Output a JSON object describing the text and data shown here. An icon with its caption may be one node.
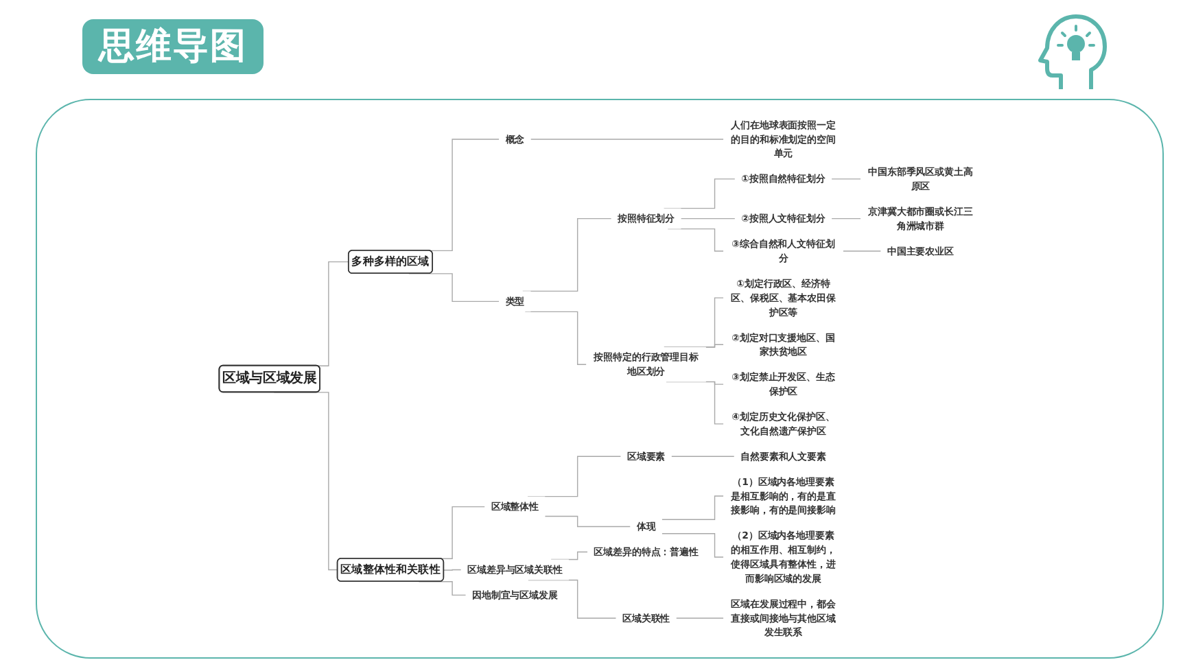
{
  "diagram": {
    "title": "思维导图",
    "nodes": [
      {
        "text": [
          "区域与区域发展"
        ]
      },
      {
        "text": [
          "多种多样的区域"
        ]
      },
      {
        "text": [
          "概念"
        ]
      },
      {
        "text": [
          "人们在地球表面按照一定的目的和标准划定的空间单元"
        ]
      },
      {
        "text": [
          "类型"
        ]
      },
      {
        "text": [
          "按照特征划分"
        ]
      },
      {
        "text": [
          "①按照自然特征划分"
        ]
      },
      {
        "text": [
          "中国东部季风区或黄土高原区"
        ]
      },
      {
        "text": [
          "②按照人文特征划分"
        ]
      },
      {
        "text": [
          "京津冀大都市圈或长江三角洲城市群"
        ]
      },
      {
        "text": [
          "③综合自然和人文特征划分"
        ]
      },
      {
        "text": [
          "中国主要农业区"
        ]
      },
      {
        "text": [
          "按照特定的行政管理目标地区划分"
        ]
      },
      {
        "text": [
          "①划定行政区、经济特区、保税区、基本农田保护区等"
        ]
      },
      {
        "text": [
          "②划定对口支援地区、国家扶贫地区"
        ]
      },
      {
        "text": [
          "③划定禁止开发区、生态保护区"
        ]
      },
      {
        "text": [
          "④划定历史文化保护区、文化自然遗产保护区"
        ]
      },
      {
        "text": [
          "区域整体性和关联性"
        ]
      },
      {
        "text": [
          "区域整体性"
        ]
      },
      {
        "text": [
          "区域要素"
        ]
      },
      {
        "text": [
          "自然要素和人文要素"
        ]
      },
      {
        "text": [
          "体现"
        ]
      },
      {
        "text": [
          "（1）区域内各地理要素是相互影响的，有的是直接影响，有的是间接影响"
        ]
      },
      {
        "text": [
          "（2）区域内各地理要素的相互作用、相互制约，使得区域具有整体性，进而影响区域的发展"
        ]
      },
      {
        "text": [
          "区域差异与区域关联性"
        ]
      },
      {
        "text": [
          "区域差异的特点：普遍性"
        ]
      },
      {
        "text": [
          "区域关联性"
        ]
      },
      {
        "text": [
          "区域在发展过程中，都会直接或间接地与其他区域发生联系"
        ]
      },
      {
        "text": [
          "因地制宜与区域发展"
        ]
      }
    ],
    "edges": [
      {
        "from": 0,
        "to": 1,
        "arrow": "none"
      },
      {
        "from": 0,
        "to": 17,
        "arrow": "none"
      },
      {
        "from": 1,
        "to": 2,
        "arrow": "none"
      },
      {
        "from": 1,
        "to": 4,
        "arrow": "none"
      },
      {
        "from": 2,
        "to": 3,
        "arrow": "none"
      },
      {
        "from": 4,
        "to": 5,
        "arrow": "none"
      },
      {
        "from": 4,
        "to": 12,
        "arrow": "none"
      },
      {
        "from": 5,
        "to": 6,
        "arrow": "none"
      },
      {
        "from": 5,
        "to": 8,
        "arrow": "none"
      },
      {
        "from": 5,
        "to": 10,
        "arrow": "none"
      },
      {
        "from": 6,
        "to": 7,
        "arrow": "none"
      },
      {
        "from": 8,
        "to": 9,
        "arrow": "none"
      },
      {
        "from": 10,
        "to": 11,
        "arrow": "none"
      },
      {
        "from": 12,
        "to": 13,
        "arrow": "none"
      },
      {
        "from": 12,
        "to": 14,
        "arrow": "none"
      },
      {
        "from": 12,
        "to": 15,
        "arrow": "none"
      },
      {
        "from": 12,
        "to": 16,
        "arrow": "none"
      },
      {
        "from": 17,
        "to": 18,
        "arrow": "none"
      },
      {
        "from": 17,
        "to": 24,
        "arrow": "none"
      },
      {
        "from": 17,
        "to": 28,
        "arrow": "none"
      },
      {
        "from": 18,
        "to": 19,
        "arrow": "none"
      },
      {
        "from": 18,
        "to": 21,
        "arrow": "none"
      },
      {
        "from": 19,
        "to": 20,
        "arrow": "none"
      },
      {
        "from": 21,
        "to": 22,
        "arrow": "none"
      },
      {
        "from": 21,
        "to": 23,
        "arrow": "none"
      },
      {
        "from": 24,
        "to": 25,
        "arrow": "none"
      },
      {
        "from": 24,
        "to": 26,
        "arrow": "none"
      },
      {
        "from": 26,
        "to": 27,
        "arrow": "none"
      }
    ]
  }
}
